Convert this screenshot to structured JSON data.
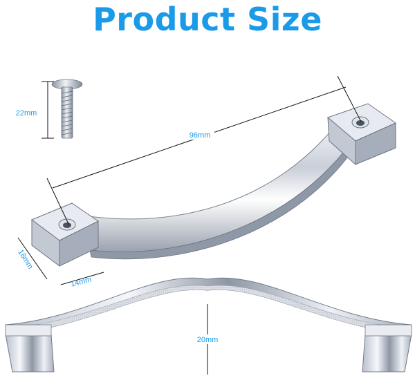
{
  "title": "Product Size",
  "dimensions": {
    "screw_length": "22mm",
    "hole_spacing": "96mm",
    "base_length": "18mm",
    "base_width": "14mm",
    "handle_height": "20mm"
  },
  "colors": {
    "title": "#1a9ae8",
    "label": "#1a9ae8",
    "dimension_line": "#111111"
  }
}
